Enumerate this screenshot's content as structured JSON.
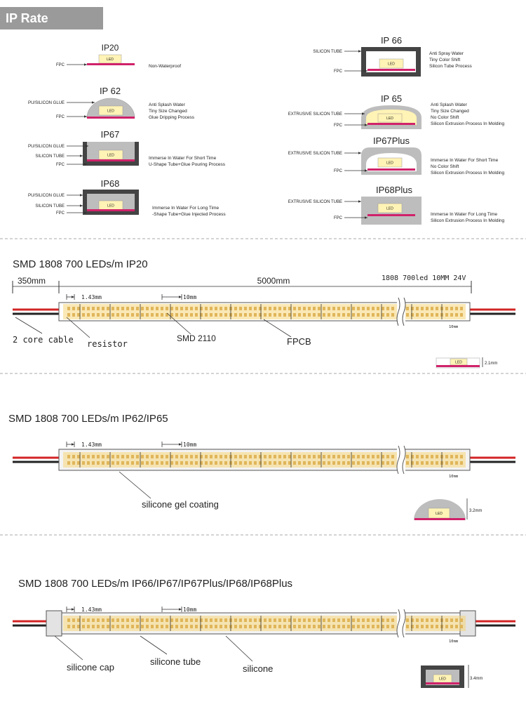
{
  "header": {
    "title": "IP Rate Drawing:"
  },
  "common": {
    "led": "LED",
    "fpc": "FPC"
  },
  "ip": {
    "ip20": {
      "name": "IP20",
      "desc": [
        "Non-Waterproof"
      ]
    },
    "ip62": {
      "name": "IP 62",
      "labels": [
        "PU/SILICON GLUE"
      ],
      "desc": [
        "Anti Splash Water",
        "Tiny Size Changed",
        "Glue Dripping Process"
      ]
    },
    "ip67": {
      "name": "IP67",
      "labels": [
        "PU/SILICON GLUE",
        "SILICON TUBE"
      ],
      "desc": [
        "Immerse In Water For Short Time",
        "U-Shape Tube+Glue Pouring Process"
      ]
    },
    "ip68": {
      "name": "IP68",
      "labels": [
        "PU/SILICON GLUE",
        "SILICON TUBE"
      ],
      "desc": [
        "Immerse In Water For Long Time",
        "-Shape Tube+Glue Injected Process"
      ]
    },
    "ip66": {
      "name": "IP 66",
      "labels": [
        "SILICON TUBE"
      ],
      "desc": [
        "Anti Spray Water",
        "Tiny Color Shift",
        "Silicon Tube Process"
      ]
    },
    "ip65": {
      "name": "IP 65",
      "labels": [
        "EXTRUSIVE SILICON TUBE"
      ],
      "desc": [
        "Anti Splash Water",
        "Tiny Size Changed",
        "No Color Shift",
        "Silicon Extrusion Process In Molding"
      ]
    },
    "ip67p": {
      "name": "IP67Plus",
      "labels": [
        "EXTRUSIVE SILICON TUBE"
      ],
      "desc": [
        "Immerse In Water For Short Time",
        "No Color Shift",
        "Silicon Extrusion Process In Molding"
      ]
    },
    "ip68p": {
      "name": "IP68Plus",
      "labels": [
        "EXTRUSIVE SILICON TUBE"
      ],
      "desc": [
        "Immerse In Water For Long Time",
        "Silicon Extrusion Process In Molding"
      ]
    }
  },
  "strip1": {
    "title": "SMD 1808 700 LEDs/m   IP20",
    "dim_left": "350mm",
    "dim_main": "5000mm",
    "spec": "1808  700led  10MM  24V",
    "pitch": "1.43mm",
    "cut": "10mm",
    "cut_small": "10mm",
    "height": "2.1mm",
    "callouts": [
      "2 core cable",
      "resistor",
      "SMD 2110",
      "FPCB"
    ]
  },
  "strip2": {
    "title": "SMD 1808 700 LEDs/m  IP62/IP65",
    "pitch": "1.43mm",
    "cut": "10mm",
    "cut_small": "10mm",
    "height": "3.2mm",
    "callouts": [
      "silicone gel coating"
    ]
  },
  "strip3": {
    "title": "SMD 1808 700 LEDs/m  IP66/IP67/IP67Plus/IP68/IP68Plus",
    "pitch": "1.43mm",
    "cut": "10mm",
    "cut_small": "10mm",
    "height": "3.4mm",
    "callouts": [
      "silicone cap",
      "silicone tube",
      "silicone"
    ]
  },
  "colors": {
    "fpc": "#d0226a",
    "led": "#fff3b5",
    "housing": "#444444",
    "silicone": "#bdbdbd",
    "strip": "#f6d67a",
    "wire_red": "#d32424",
    "wire_black": "#222222"
  }
}
